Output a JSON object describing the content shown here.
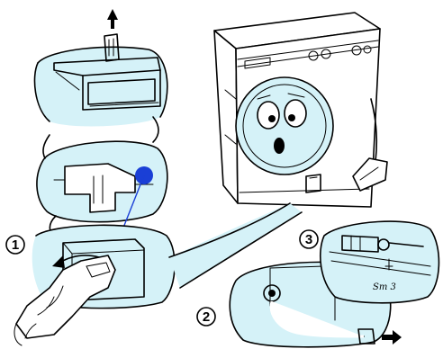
{
  "steps": [
    {
      "number": "1"
    },
    {
      "number": "2"
    },
    {
      "number": "3"
    }
  ],
  "callout": {
    "dot_color": "#1a3fd6",
    "line_color": "#1a3fd6"
  },
  "palette": {
    "ink": "#000000",
    "tint": "#d5f2f8",
    "background": "#ffffff"
  },
  "icons": [
    "arrow-up-icon",
    "arrow-left-curved-icon",
    "arrow-right-icon",
    "hand-icon",
    "washing-machine-icon"
  ],
  "handwritten_note": "Sm 3"
}
